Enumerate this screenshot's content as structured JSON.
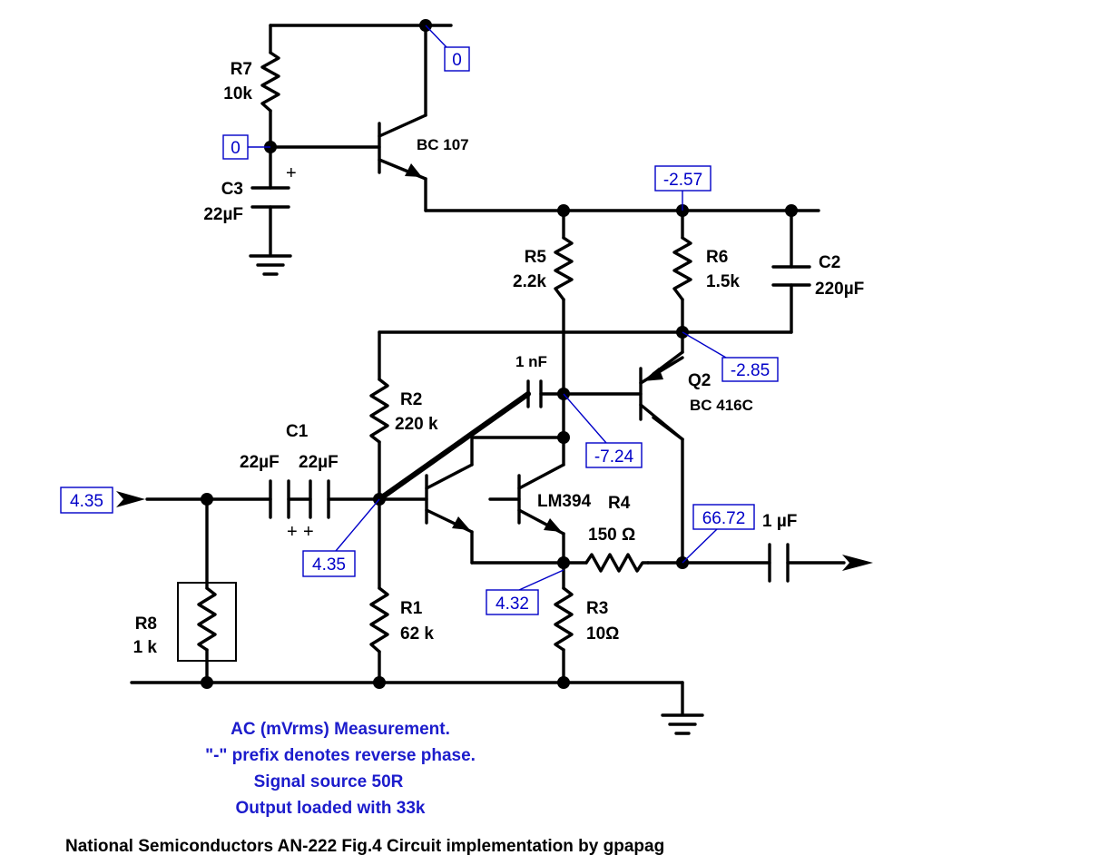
{
  "components": {
    "r7": {
      "ref": "R7",
      "value": "10k"
    },
    "c3": {
      "ref": "C3",
      "value": "22µF"
    },
    "q_bc107": {
      "part": "BC 107"
    },
    "r5": {
      "ref": "R5",
      "value": "2.2k"
    },
    "r6": {
      "ref": "R6",
      "value": "1.5k"
    },
    "c2": {
      "ref": "C2",
      "value": "220µF"
    },
    "c_1nf": {
      "value": "1 nF"
    },
    "q2": {
      "ref": "Q2",
      "part": "BC 416C"
    },
    "r2": {
      "ref": "R2",
      "value": "220 k"
    },
    "c1": {
      "ref": "C1",
      "value_a": "22µF",
      "value_b": "22µF"
    },
    "lm394": {
      "part": "LM394"
    },
    "r4": {
      "ref": "R4",
      "value": "150 Ω"
    },
    "c_out": {
      "value": "1 µF"
    },
    "r8": {
      "ref": "R8",
      "value": "1 k"
    },
    "r1": {
      "ref": "R1",
      "value": "62 k"
    },
    "r3": {
      "ref": "R3",
      "value": "10Ω"
    }
  },
  "measurements": {
    "top_rail": "0",
    "bc107_base": "0",
    "supply_node": "-2.57",
    "q2_emitter": "-2.85",
    "q2_base": "-7.24",
    "input": "4.35",
    "pair_base": "4.35",
    "emitter_node": "4.32",
    "output": "66.72"
  },
  "notes": [
    "AC (mVrms) Measurement.",
    "\"-\" prefix denotes reverse phase.",
    "Signal source 50R",
    "Output loaded with 33k"
  ],
  "caption": "National Semiconductors AN-222 Fig.4 Circuit implementation by gpapag",
  "colors": {
    "measurement": "#0000c8",
    "note": "#1c1ccc",
    "wire": "#000000"
  }
}
